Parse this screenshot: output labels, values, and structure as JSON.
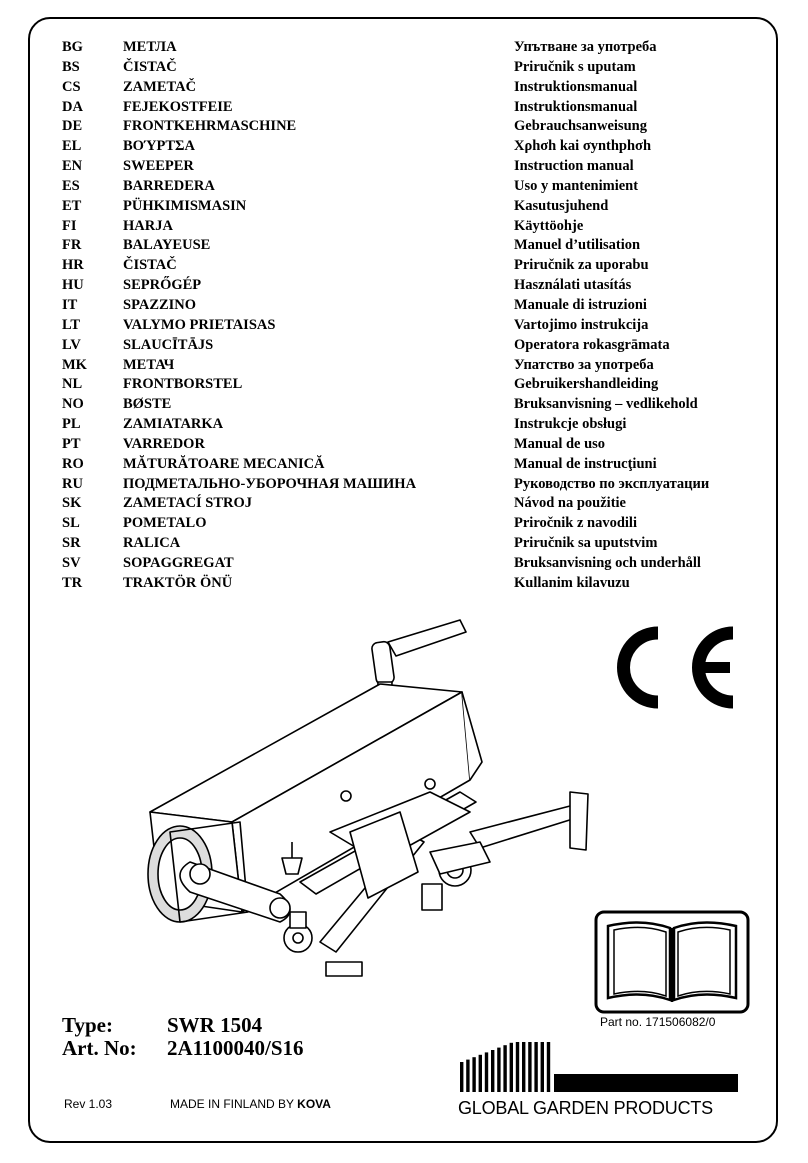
{
  "languages": [
    {
      "code": "BG",
      "name": "МЕТЛА",
      "manual": "Упътване за употреба"
    },
    {
      "code": "BS",
      "name": "ČISTAČ",
      "manual": "Priručnik s uputam"
    },
    {
      "code": "CS",
      "name": "ZAMETAČ",
      "manual": "Instruktionsmanual"
    },
    {
      "code": "DA",
      "name": "FEJEKOSTFEIE",
      "manual": "Instruktionsmanual"
    },
    {
      "code": "DE",
      "name": "FRONTKEHRMASCHINE",
      "manual": "Gebrauchsanweisung"
    },
    {
      "code": "EL",
      "name": "ΒΟΎΡΤΣΑ",
      "manual": "Χρhσh kai σynthphσh"
    },
    {
      "code": "EN",
      "name": "SWEEPER",
      "manual": "Instruction manual"
    },
    {
      "code": "ES",
      "name": "BARREDERA",
      "manual": "Uso y mantenimient"
    },
    {
      "code": "ET",
      "name": "PÜHKIMISMASIN",
      "manual": "Kasutusjuhend"
    },
    {
      "code": "FI",
      "name": "HARJA",
      "manual": "Käyttöohje"
    },
    {
      "code": "FR",
      "name": "BALAYEUSE",
      "manual": "Manuel d’utilisation"
    },
    {
      "code": "HR",
      "name": "ČISTAČ",
      "manual": "Priručnik za uporabu"
    },
    {
      "code": "HU",
      "name": "SEPRŐGÉP",
      "manual": "Használati utasítás"
    },
    {
      "code": "IT",
      "name": "SPAZZINO",
      "manual": "Manuale di istruzioni"
    },
    {
      "code": "LT",
      "name": "VALYMO PRIETAISAS",
      "manual": "Vartojimo instrukcija"
    },
    {
      "code": "LV",
      "name": "SLAUCĪTĀJS",
      "manual": "Operatora rokasgrāmata"
    },
    {
      "code": "MK",
      "name": "МЕТАЧ",
      "manual": "Упатство за употреба"
    },
    {
      "code": "NL",
      "name": "FRONTBORSTEL",
      "manual": "Gebruikershandleiding"
    },
    {
      "code": "NO",
      "name": "BØSTE",
      "manual": "Bruksanvisning – vedlikehold"
    },
    {
      "code": "PL",
      "name": "ZAMIATARKA",
      "manual": "Instrukcje obsługi"
    },
    {
      "code": "PT",
      "name": "VARREDOR",
      "manual": "Manual de uso"
    },
    {
      "code": "RO",
      "name": "MĂTURĂTOARE MECANICĂ",
      "manual": "Manual de instrucţiuni"
    },
    {
      "code": "RU",
      "name": "ПОДМЕТАЛЬНО-УБОРОЧНАЯ МАШИНА",
      "manual": "Руководство по эксплуатации"
    },
    {
      "code": "SK",
      "name": "ZAMETACÍ STROJ",
      "manual": "Návod na použitie"
    },
    {
      "code": "SL",
      "name": "POMETALO",
      "manual": "Priročnik z navodili"
    },
    {
      "code": "SR",
      "name": "RALICA",
      "manual": "Priručnik sa uputstvim"
    },
    {
      "code": "SV",
      "name": "SOPAGGREGAT",
      "manual": "Bruksanvisning och underhåll"
    },
    {
      "code": "TR",
      "name": "TRAKTÖR ÖNÜ",
      "manual": "Kullanim kilavuzu"
    }
  ],
  "ce_mark": "CE",
  "part_no": "Part no. 171506082/0",
  "product": {
    "type_label": "Type:",
    "type_value": "SWR 1504",
    "art_label": "Art. No:",
    "art_value": "2A1100040/S16"
  },
  "footer": {
    "rev": "Rev 1.03",
    "made_in": "MADE IN FINLAND BY",
    "maker": "KOVA",
    "brand": "GLOBAL GARDEN PRODUCTS"
  },
  "icons": [
    "ce-mark-icon",
    "read-manual-book-icon",
    "sweeper-illustration",
    "ggp-logo-bars-icon"
  ]
}
